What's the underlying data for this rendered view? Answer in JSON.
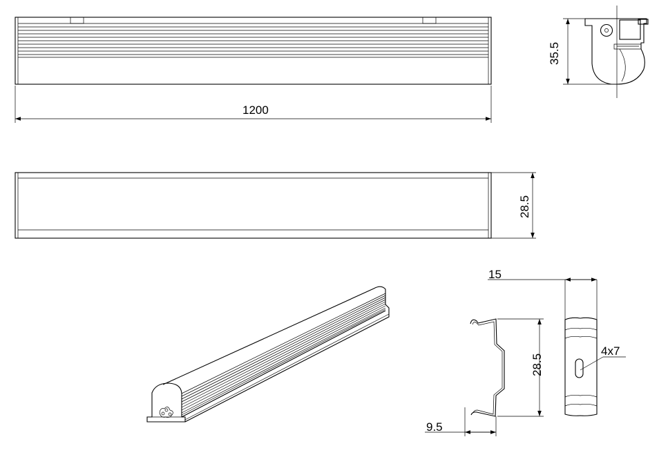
{
  "drawing": {
    "dimensions": {
      "length": "1200",
      "profile_height": "35.5",
      "body_height": "28.5",
      "bracket_width": "15",
      "bracket_height": "28.5",
      "bracket_offset": "9.5",
      "slot_size": "4x7"
    }
  }
}
